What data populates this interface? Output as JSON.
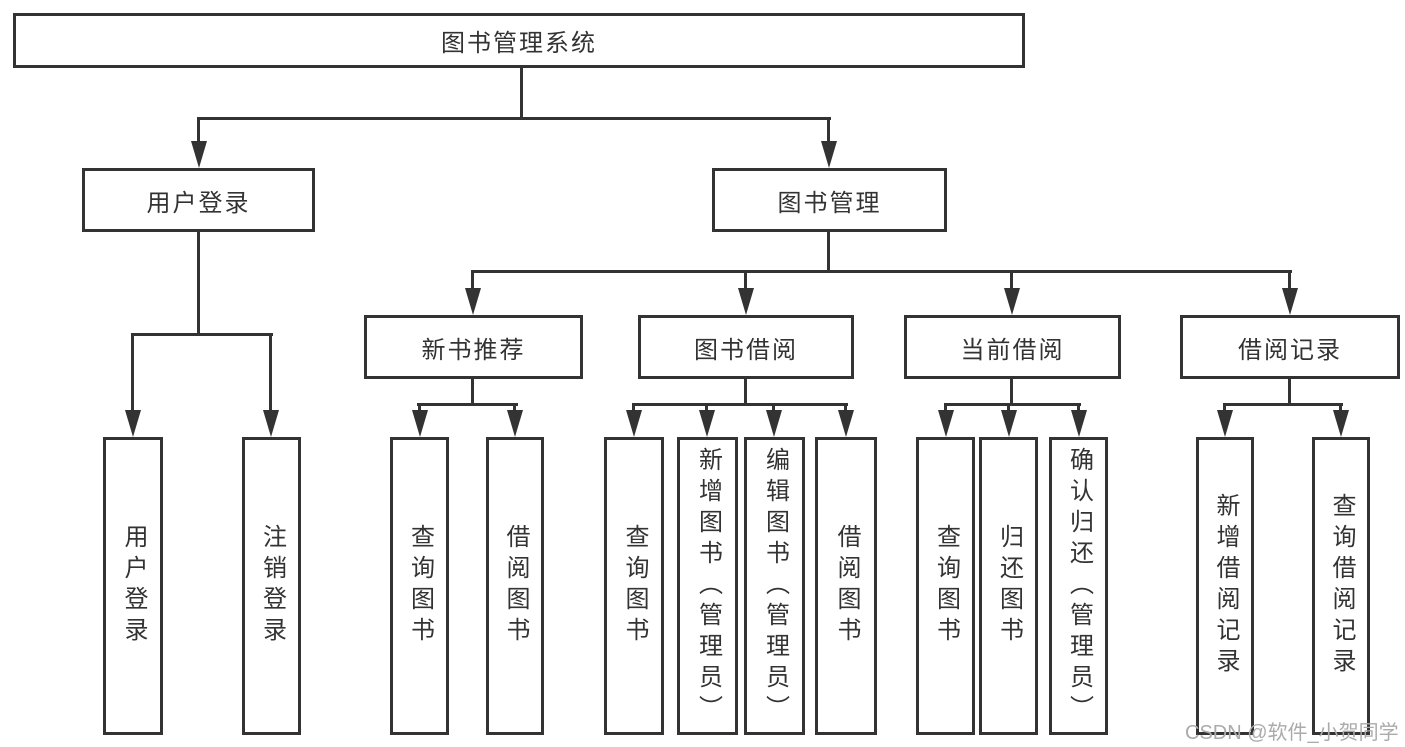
{
  "tree": {
    "root": "图书管理系统",
    "branches": [
      {
        "label": "用户登录",
        "children": [
          "用户登录",
          "注销登录"
        ]
      },
      {
        "label": "图书管理",
        "groups": [
          {
            "label": "新书推荐",
            "children": [
              "查询图书",
              "借阅图书"
            ]
          },
          {
            "label": "图书借阅",
            "children": [
              "查询图书",
              "新增图书（管理员）",
              "编辑图书（管理员）",
              "借阅图书"
            ]
          },
          {
            "label": "当前借阅",
            "children": [
              "查询图书",
              "归还图书",
              "确认归还（管理员）"
            ]
          },
          {
            "label": "借阅记录",
            "children": [
              "新增借阅记录",
              "查询借阅记录"
            ]
          }
        ]
      }
    ]
  },
  "watermark": "CSDN @软件_小贺同学",
  "colors": {
    "line": "#333333",
    "text": "#333333",
    "background": "#ffffff",
    "watermark": "#ababab"
  }
}
